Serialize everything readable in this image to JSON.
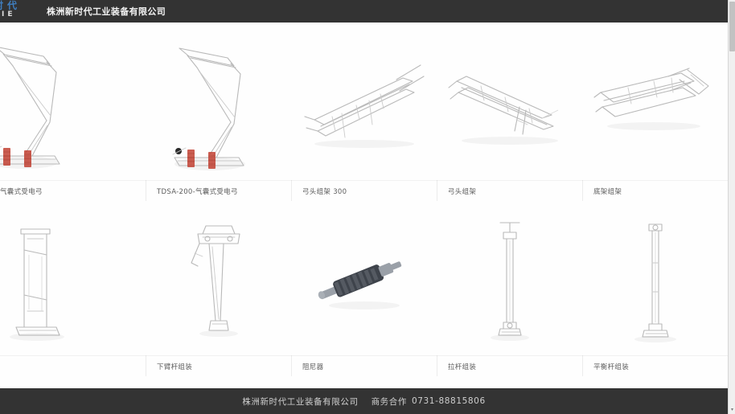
{
  "header": {
    "logo_cn": "时代",
    "logo_en": "IE",
    "title": "株洲新时代工业装备有限公司"
  },
  "grid": {
    "rows": [
      {
        "cells": [
          {
            "label": "气囊式受电弓",
            "icon": "pantograph-icon"
          },
          {
            "label": "TDSA-200-气囊式受电弓",
            "icon": "pantograph-icon"
          },
          {
            "label": "弓头组架 300",
            "icon": "pan-head-frame-icon"
          },
          {
            "label": "弓头组架",
            "icon": "pan-head-frame-icon"
          },
          {
            "label": "底架组架",
            "icon": "base-frame-icon"
          }
        ]
      },
      {
        "cells": [
          {
            "label": "",
            "icon": "frame-assembly-icon"
          },
          {
            "label": "下臂杆组装",
            "icon": "lower-arm-rod-icon"
          },
          {
            "label": "阻尼器",
            "icon": "damper-icon"
          },
          {
            "label": "拉杆组装",
            "icon": "pull-rod-icon"
          },
          {
            "label": "平衡杆组装",
            "icon": "balance-rod-icon"
          }
        ]
      }
    ]
  },
  "scrollbar": {
    "down_arrow": "▾"
  },
  "footer": {
    "company": "株洲新时代工业装备有限公司",
    "contact_label": "商务合作",
    "phone": "0731-88815806"
  },
  "colors": {
    "header_bg": "#333333",
    "footer_bg": "#333333",
    "logo_blue": "#3f7fc1",
    "accent_red": "#c0392b",
    "page_bg": "#fefefe"
  }
}
